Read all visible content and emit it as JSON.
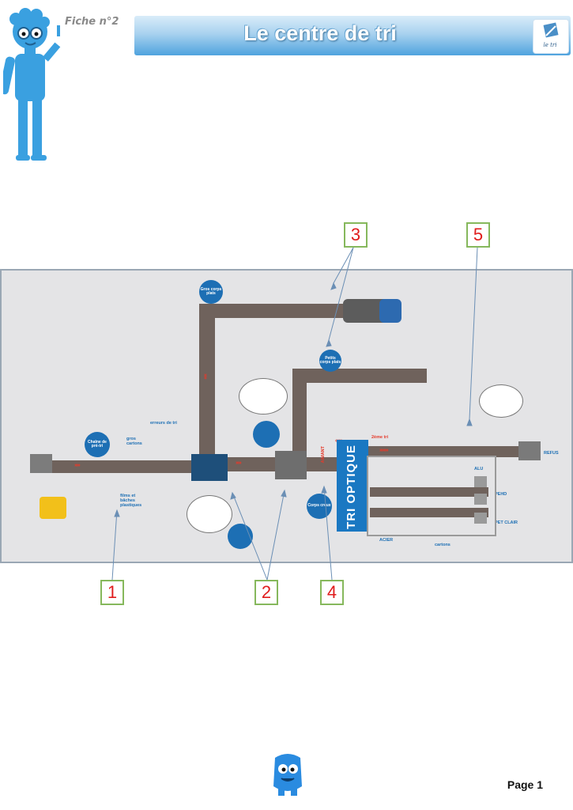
{
  "header": {
    "fiche_label": "Fiche n°2",
    "title": "Le centre de tri",
    "logo_text": "le tri"
  },
  "diagram": {
    "callouts": [
      "1",
      "2",
      "3",
      "4",
      "5"
    ],
    "stations": {
      "pretri": "Chaîne de pré-tri",
      "gros_cartons": "gros cartons",
      "films": "films et bâches plastiques",
      "erreurs": "erreurs de tri",
      "gros_corps_plats": "Gros corps plats",
      "petits_corps_plats": "Petits corps plats",
      "corps_creux": "Corps creux",
      "tri_optique": "TRI OPTIQUE",
      "refus": "REFUS",
      "alu": "ALU",
      "pehd": "PEHD",
      "pet_clair": "PET CLAIR",
      "acier": "ACIER",
      "cartons": "cartons",
      "tri_manuel": "2ème tri",
      "aimant": "AIMANT"
    }
  },
  "footer": {
    "page": "Page 1"
  },
  "colors": {
    "banner_blue": "#4fa3de",
    "character_blue": "#3aa0e0",
    "belt_brown": "#6f625c",
    "callout_border": "#86b85c",
    "callout_text": "#e01c1c",
    "arrow_red": "#e53b2c",
    "tri_optique_blue": "#1a78c2"
  }
}
